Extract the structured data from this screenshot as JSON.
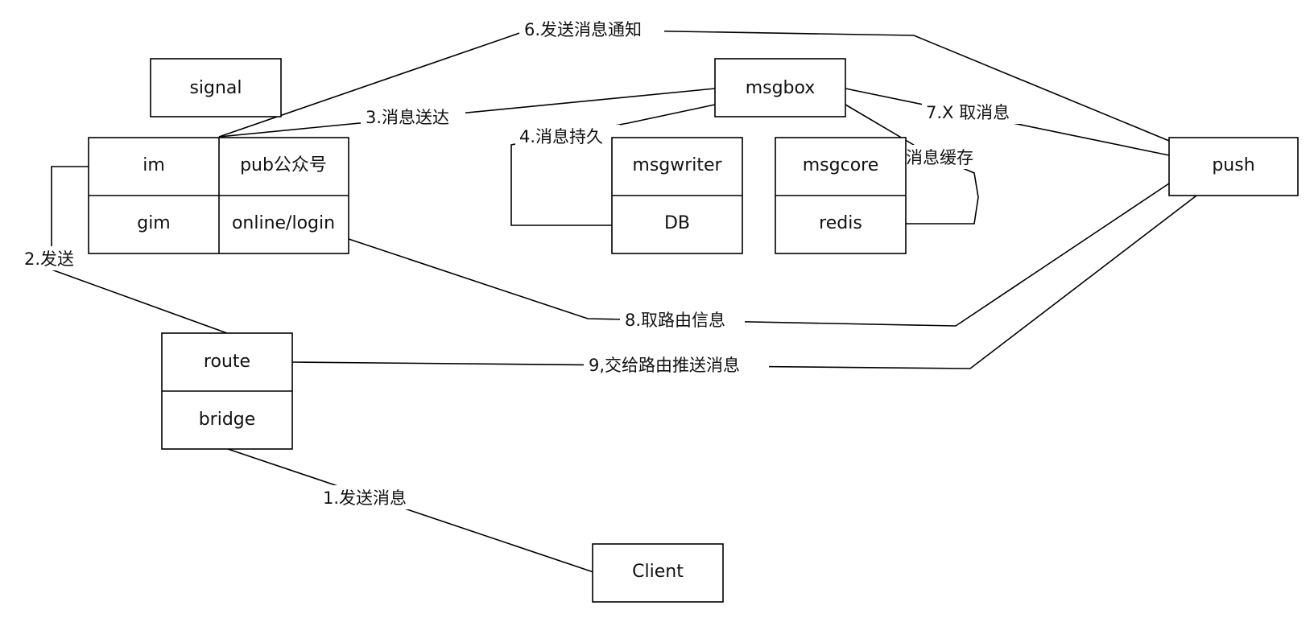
{
  "nodes": {
    "signal": "signal",
    "im": "im",
    "pub": "pub公众号",
    "gim": "gim",
    "online": "online/login",
    "msgbox": "msgbox",
    "msgwriter": "msgwriter",
    "db": "DB",
    "msgcore": "msgcore",
    "redis": "redis",
    "push": "push",
    "route": "route",
    "bridge": "bridge",
    "client": "Client"
  },
  "edges": {
    "e1": "1.发送消息",
    "e2": "2.发送",
    "e3": "3.消息送达",
    "e4": "4.消息持久",
    "e5": "5.消息缓存",
    "e6": "6.发送消息通知",
    "e7": "7.X 取消息",
    "e8": "8.取路由信息",
    "e9": "9,交给路由推送消息"
  }
}
